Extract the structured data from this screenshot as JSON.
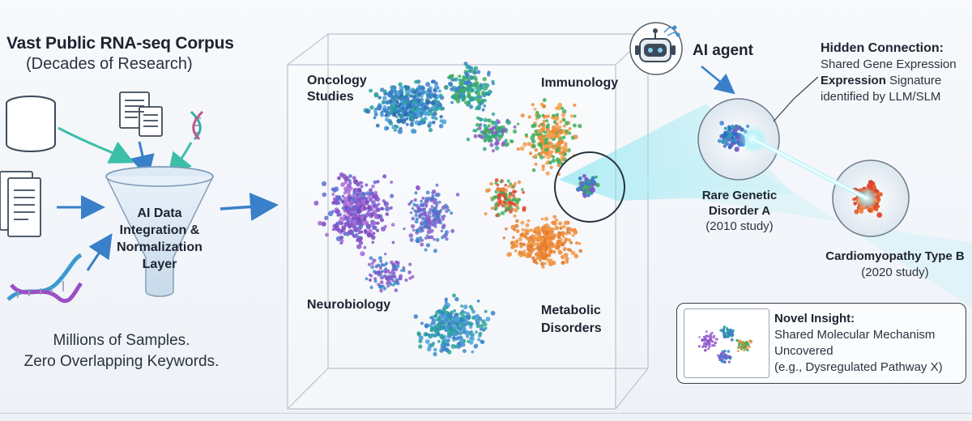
{
  "left": {
    "title_line1": "Vast Public RNA-seq Corpus",
    "title_line2": "(Decades of Research)",
    "funnel_label": [
      "AI Data",
      "Integration &",
      "Normalization",
      "Layer"
    ],
    "footer_line1": "Millions of Samples.",
    "footer_line2": "Zero Overlapping Keywords."
  },
  "cube": {
    "labels": {
      "oncology": [
        "Oncology",
        "Studies"
      ],
      "immunology": "Immunology",
      "neurobiology": "Neurobiology",
      "metabolic": [
        "Metabolic",
        "Disorders"
      ]
    }
  },
  "agent": {
    "label": "AI agent"
  },
  "hidden": {
    "title": "Hidden Connection:",
    "line1": "Shared Gene Expression",
    "line2_bold": "Expression",
    "line2_rest": " Signature",
    "line3": "identified by LLM/SLM"
  },
  "disorder_a": {
    "name_line1": "Rare Genetic",
    "name_line2": "Disorder A",
    "study": "(2010 study)"
  },
  "disorder_b": {
    "name": "Cardiomyopathy Type B",
    "study": "(2020 study)"
  },
  "insight": {
    "title": "Novel Insight:",
    "line1": "Shared Molecular Mechanism",
    "line2": "Uncovered",
    "line3": "(e.g., Dysregulated Pathway X)"
  },
  "colors": {
    "blue": "#3a82c8",
    "teal": "#2aa39a",
    "green": "#3fae5a",
    "orange": "#ef8a3a",
    "purple": "#8a55c8",
    "red": "#e0432c",
    "cyan": "#45d3e6",
    "arrow": "#3a7fc9"
  }
}
